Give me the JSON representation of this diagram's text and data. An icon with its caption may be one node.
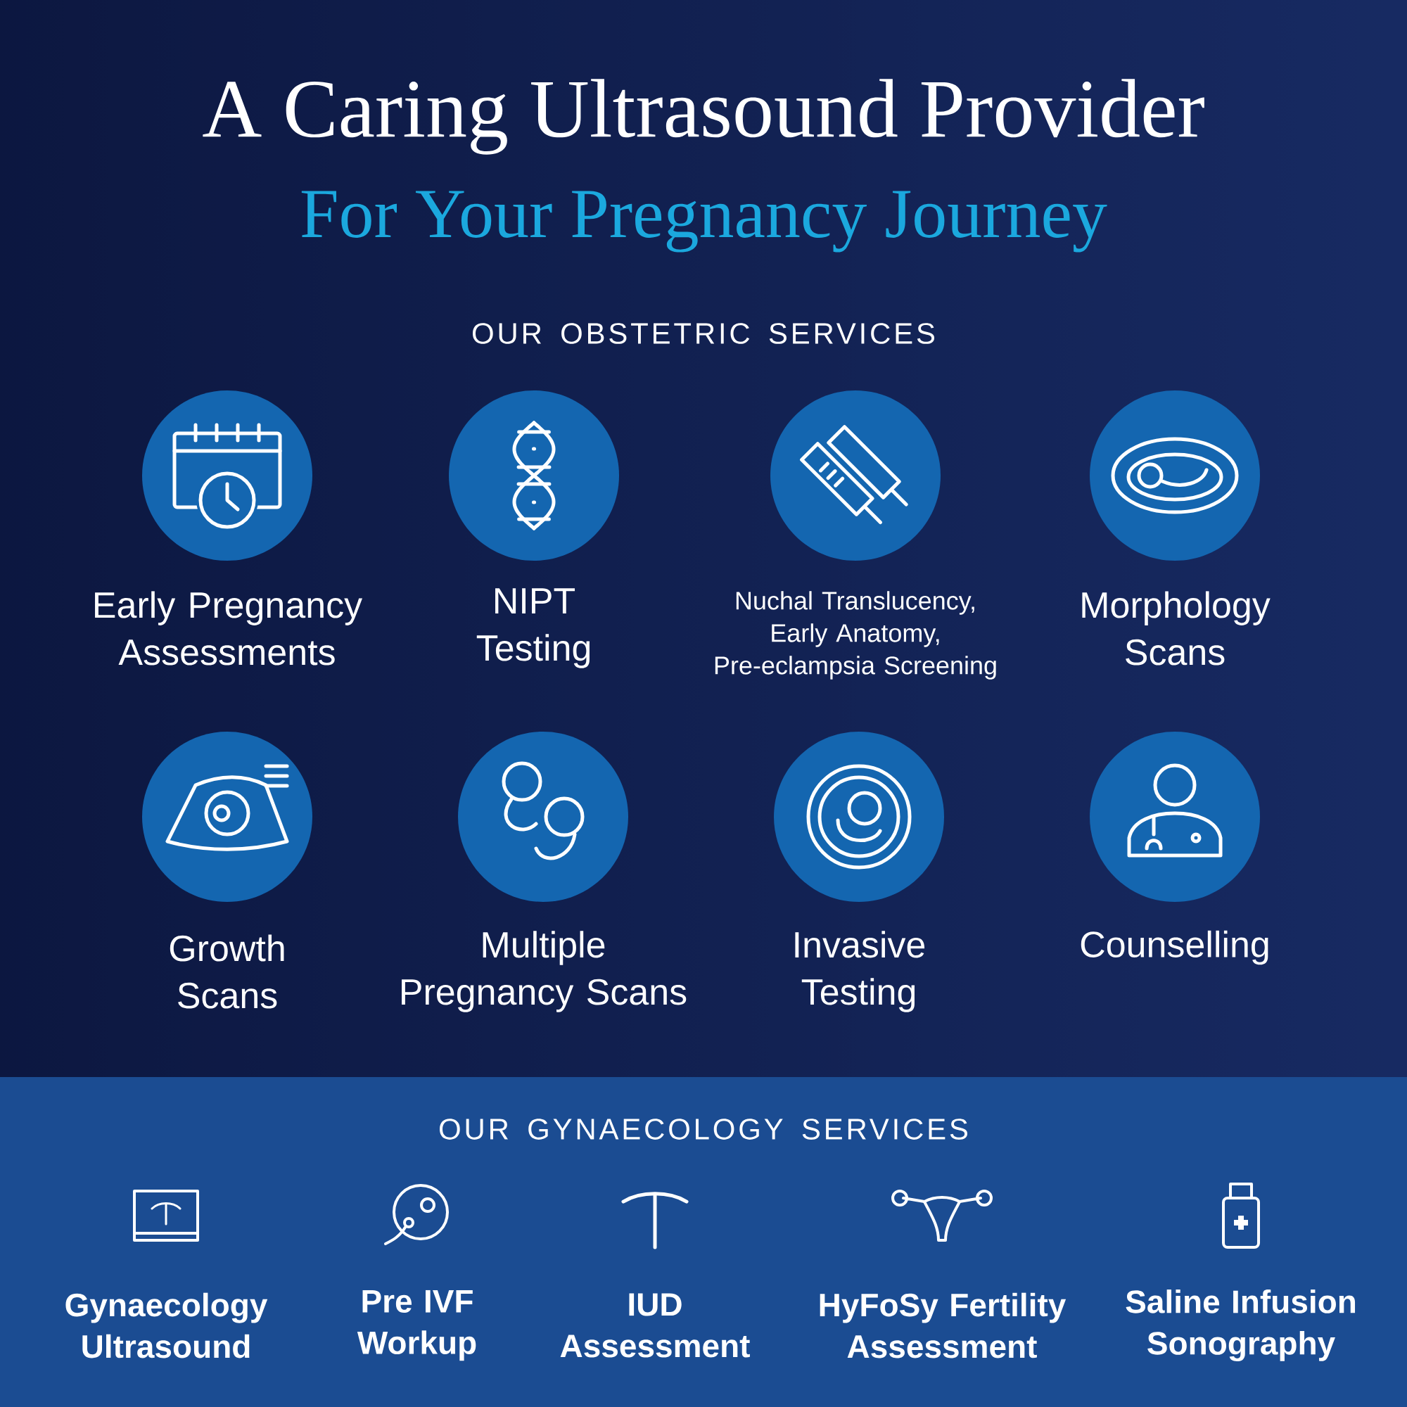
{
  "diagram": {
    "title": "A Caring Ultrasound Provider",
    "nodes": [
      {
        "text": [
          "Early Pregnancy Assessments"
        ]
      },
      {
        "text": [
          "NIPT Testing"
        ]
      },
      {
        "text": [
          "Nuchal Translucency, Early Anatomy, Pre-eclampsia Screening"
        ]
      },
      {
        "text": [
          "Morphology Scans"
        ]
      },
      {
        "text": [
          "Growth Scans"
        ]
      },
      {
        "text": [
          "Multiple Pregnancy Scans"
        ]
      },
      {
        "text": [
          "Invasive Testing"
        ]
      },
      {
        "text": [
          "Counselling"
        ]
      },
      {
        "text": [
          "OUR GYNAECOLOGY SERVICES"
        ]
      },
      {
        "text": [
          "Gynaecology Ultrasound"
        ],
        "in": 8
      },
      {
        "text": [
          "Pre IVF Workup"
        ],
        "in": 8
      },
      {
        "text": [
          "IUD Assessment"
        ],
        "in": 8
      },
      {
        "text": [
          "HyFoSy Fertility Assessment"
        ],
        "in": 8
      },
      {
        "text": [
          "Saline Infusion Sonography"
        ],
        "in": 8
      }
    ],
    "labels": [
      "For Your Pregnancy Journey",
      "OUR OBSTETRIC SERVICES"
    ]
  }
}
